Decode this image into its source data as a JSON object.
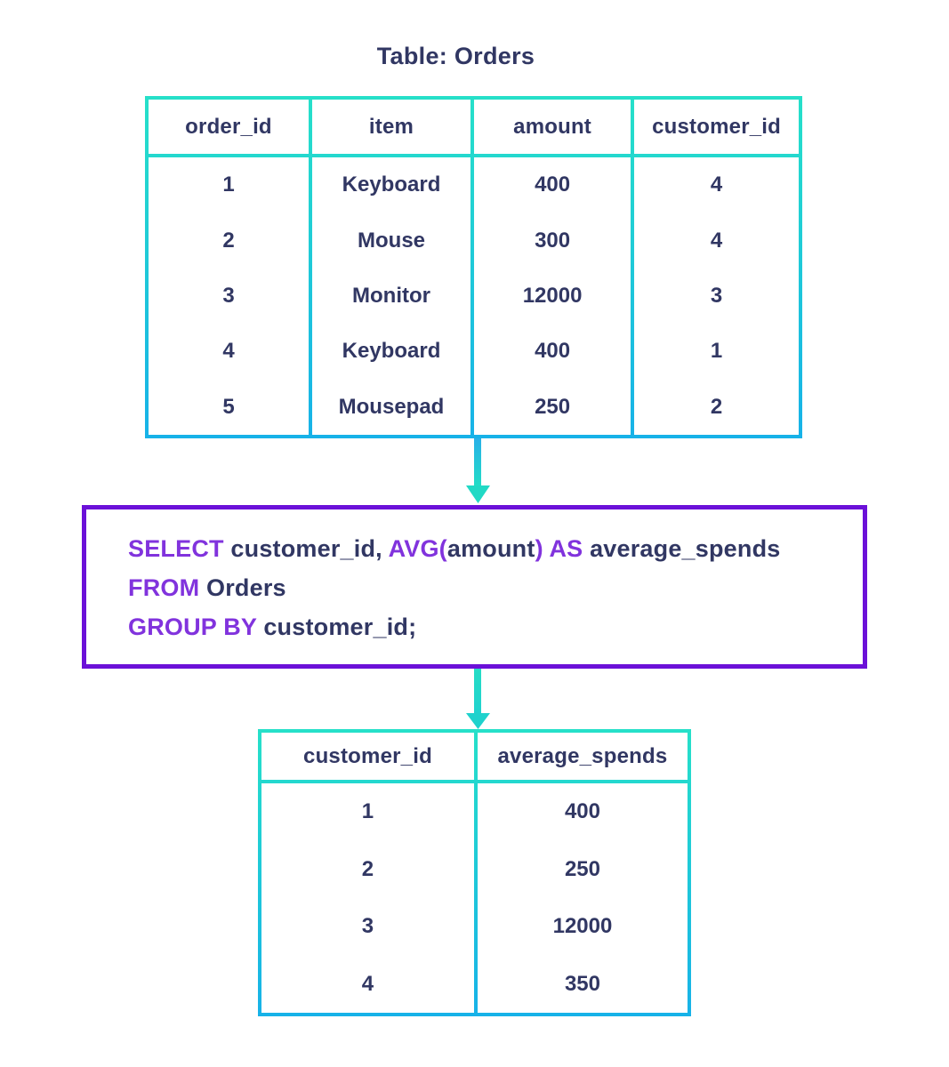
{
  "title": "Table: Orders",
  "colors": {
    "text_navy": "#313763",
    "keyword_purple": "#8133dd",
    "query_box_border": "#6b10d8",
    "table_border_top": "#26e0c9",
    "table_border_bottom": "#17b2e8",
    "arrow_blue": "#28b0e8",
    "arrow_teal": "#21d9c5",
    "background": "#ffffff"
  },
  "icons": {
    "flow_arrow_1": "down-arrow",
    "flow_arrow_2": "down-arrow"
  },
  "orders_table": {
    "headers": [
      "order_id",
      "item",
      "amount",
      "customer_id"
    ],
    "rows": [
      [
        "1",
        "Keyboard",
        "400",
        "4"
      ],
      [
        "2",
        "Mouse",
        "300",
        "4"
      ],
      [
        "3",
        "Monitor",
        "12000",
        "3"
      ],
      [
        "4",
        "Keyboard",
        "400",
        "1"
      ],
      [
        "5",
        "Mousepad",
        "250",
        "2"
      ]
    ]
  },
  "sql": {
    "lines": [
      {
        "segments": [
          {
            "type": "keyword",
            "text": "SELECT "
          },
          {
            "type": "plain",
            "text": "customer_id, "
          },
          {
            "type": "keyword",
            "text": "AVG("
          },
          {
            "type": "plain",
            "text": "amount"
          },
          {
            "type": "keyword",
            "text": ") AS "
          },
          {
            "type": "plain",
            "text": "average_spends"
          }
        ]
      },
      {
        "segments": [
          {
            "type": "keyword",
            "text": "FROM "
          },
          {
            "type": "plain",
            "text": "Orders"
          }
        ]
      },
      {
        "segments": [
          {
            "type": "keyword",
            "text": "GROUP BY "
          },
          {
            "type": "plain",
            "text": "customer_id;"
          }
        ]
      }
    ]
  },
  "result_table": {
    "headers": [
      "customer_id",
      "average_spends"
    ],
    "rows": [
      [
        "1",
        "400"
      ],
      [
        "2",
        "250"
      ],
      [
        "3",
        "12000"
      ],
      [
        "4",
        "350"
      ]
    ]
  }
}
